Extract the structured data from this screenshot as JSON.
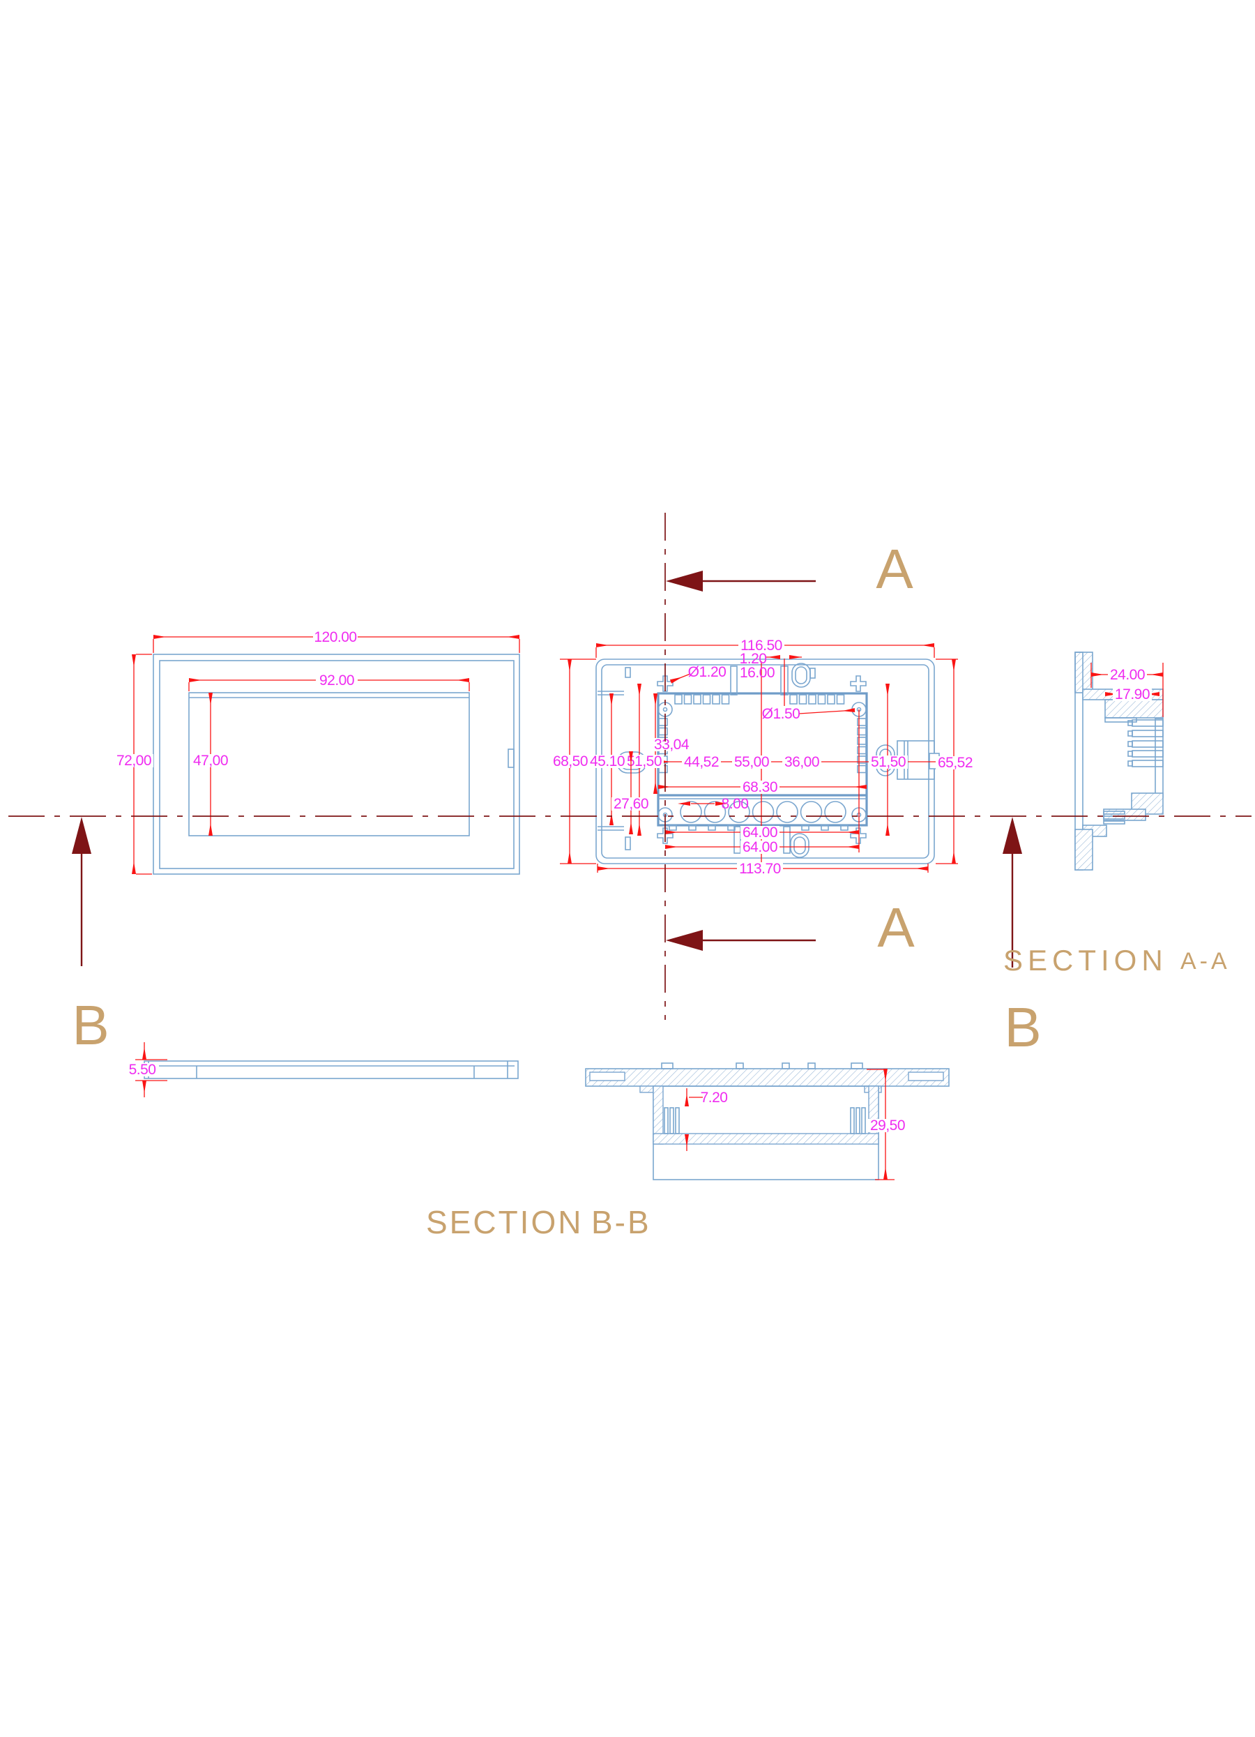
{
  "title": "Enclosure engineering drawing with front view, back view and sections",
  "colors": {
    "geometry": "#7aa6cf",
    "dimension_line": "#fa1414",
    "dimension_text": "#ef2cf0",
    "section_mark": "#7e1416",
    "annotation_text": "#c8a26e",
    "background": "#ffffff"
  },
  "views": {
    "front": {
      "dims": {
        "overall_width": "120.00",
        "opening_width": "92.00",
        "overall_height": "72,00",
        "opening_height": "47,00"
      }
    },
    "back": {
      "dims": {
        "overall_width": "116.50",
        "slot_gap": "1.20",
        "hole_small": "Ø1.20",
        "slot_pitch": "16.00",
        "hole_boss": "Ø1.50",
        "pocket_height": "33,04",
        "chain_left": "44,52",
        "chain_mid": "55,00",
        "chain_right": "36,00",
        "right_slot_height": "51,50",
        "overall_height_right": "65,52",
        "overall_height_left": "68,50",
        "inner_height": "45.10",
        "left_slot_height": "51,50",
        "terminal_height": "27,60",
        "pocket_width": "68.30",
        "hole_pitch": "8.00",
        "screw_span_top": "64.00",
        "screw_span_bottom": "64.00",
        "body_width": "113.70"
      }
    },
    "section_aa": {
      "title": "SECTION",
      "suffix": "A-A",
      "dims": {
        "depth": "24.00",
        "inner_depth": "17.90"
      }
    },
    "section_bb": {
      "title": "SECTION",
      "suffix": "B-B",
      "dims": {
        "panel_thickness": "5.50",
        "step": "7.20",
        "depth": "29,50"
      }
    },
    "cut_marks": {
      "a_top": "A",
      "a_bottom": "A",
      "b_left": "B",
      "b_right": "B"
    }
  }
}
